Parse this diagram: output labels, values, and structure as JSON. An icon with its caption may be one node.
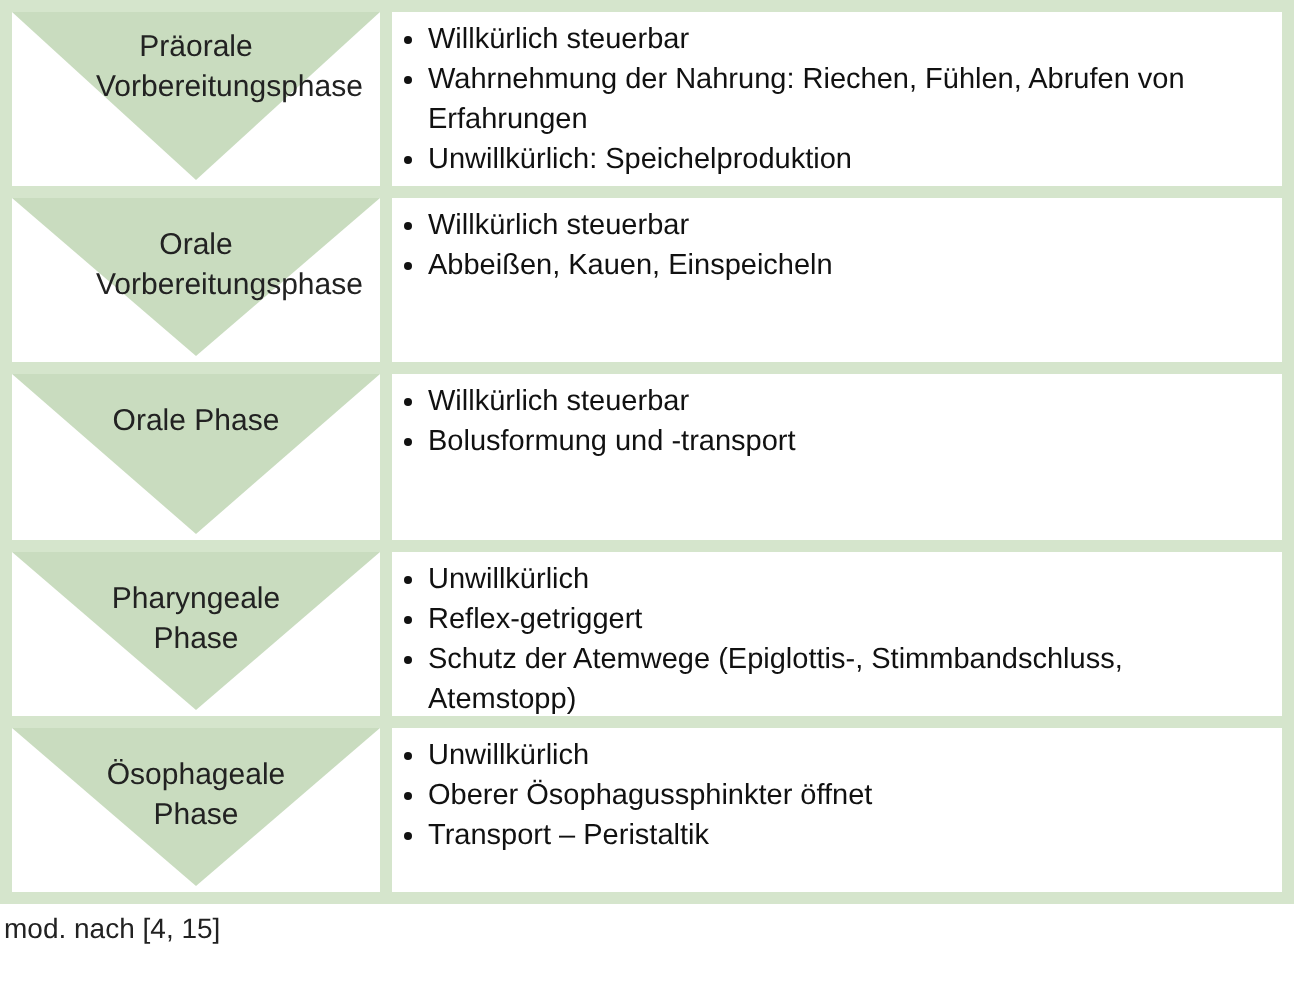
{
  "diagram": {
    "nodes": [
      {
        "text": [
          "Präorale Vorbereitungsphase"
        ]
      },
      {
        "text": [
          "Willkürlich steuerbar",
          "Wahrnehmung der Nahrung: Riechen, Fühlen, Abrufen von Erfahrungen",
          "Unwillkürlich: Speichelproduktion"
        ]
      },
      {
        "text": [
          "Orale Vorbereitungsphase"
        ]
      },
      {
        "text": [
          "Willkürlich steuerbar",
          "Abbeißen, Kauen, Einspeicheln"
        ]
      },
      {
        "text": [
          "Orale Phase"
        ]
      },
      {
        "text": [
          "Willkürlich steuerbar",
          "Bolusformung und -transport"
        ]
      },
      {
        "text": [
          "Pharyngeale Phase"
        ]
      },
      {
        "text": [
          "Unwillkürlich",
          "Reflex-getriggert",
          "Schutz der Atemwege (Epiglottis-, Stimmbandschluss, Atemstopp)"
        ]
      },
      {
        "text": [
          "Ösophageale Phase"
        ]
      },
      {
        "text": [
          "Unwillkürlich",
          "Oberer Ösophagussphinkter öffnet",
          "Transport – Peristaltik"
        ]
      }
    ],
    "caption": "mod. nach [4, 15]"
  }
}
